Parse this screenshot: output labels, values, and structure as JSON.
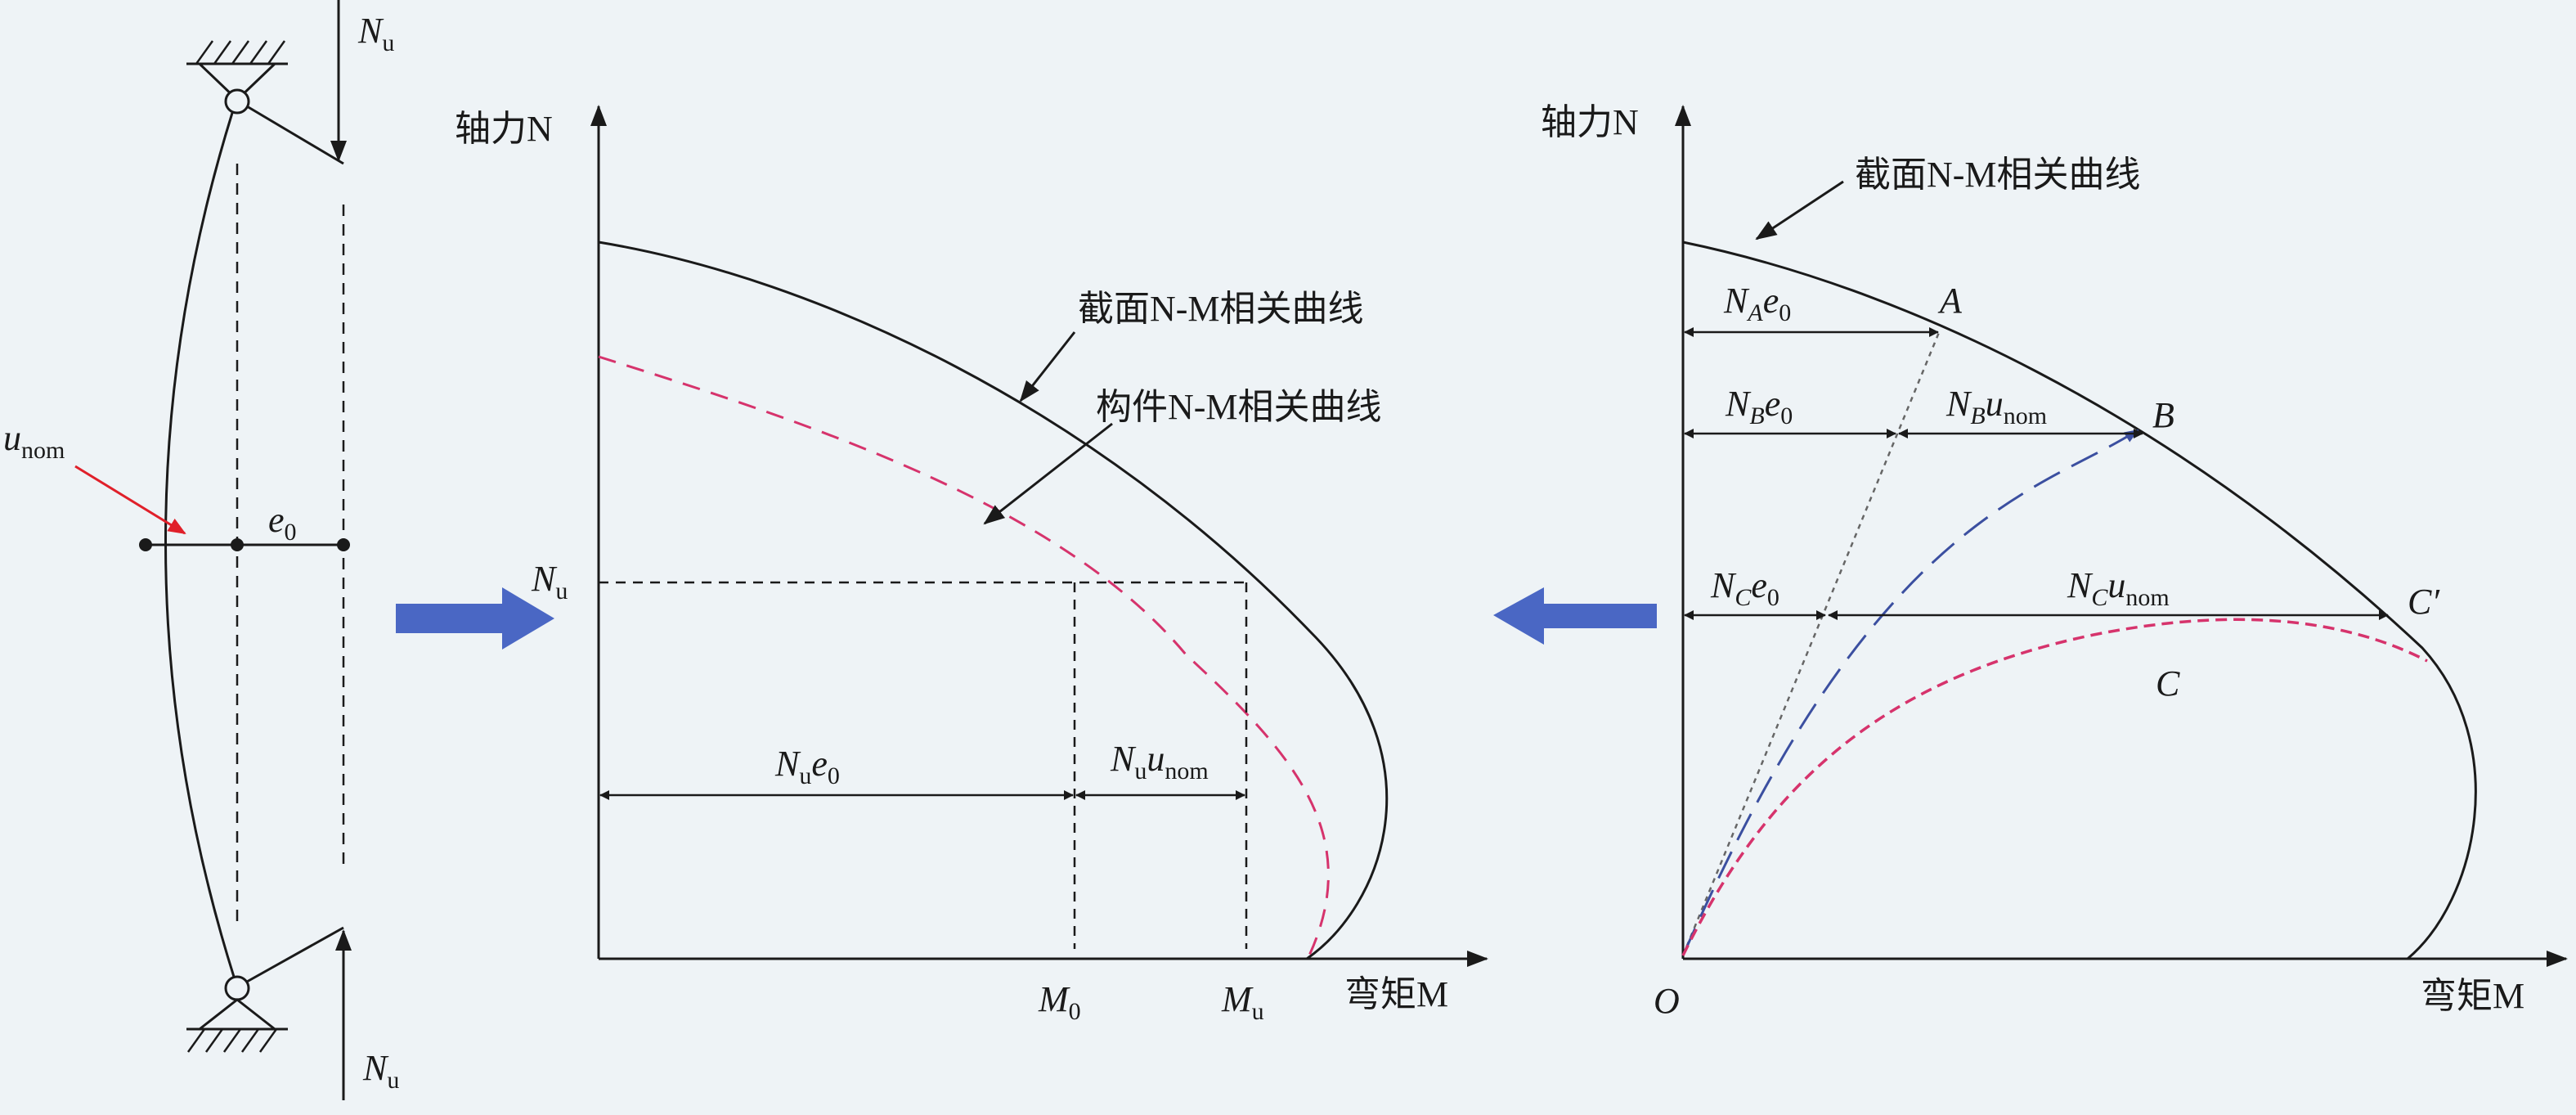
{
  "column": {
    "load_top": {
      "main": "N",
      "sub": "u"
    },
    "load_bottom": {
      "main": "N",
      "sub": "u"
    },
    "imperfection": {
      "main": "u",
      "sub": "nom"
    },
    "eccentricity": {
      "main": "e",
      "sub": "0"
    }
  },
  "middle_chart": {
    "y_axis_label": "轴力N",
    "x_axis_label": "弯矩M",
    "y_tick": {
      "main": "N",
      "sub": "u"
    },
    "x_ticks": [
      {
        "main": "M",
        "sub": "0"
      },
      {
        "main": "M",
        "sub": "u"
      }
    ],
    "section_curve_label": "截面N-M相关曲线",
    "member_curve_label": "构件N-M相关曲线",
    "dim_left": {
      "main": "N",
      "sub": "u",
      "main2": "e",
      "sub2": "0"
    },
    "dim_right": {
      "main": "N",
      "sub": "u",
      "main2": "u",
      "sub2": "nom"
    }
  },
  "right_chart": {
    "y_axis_label": "轴力N",
    "x_axis_label": "弯矩M",
    "origin_label": "O",
    "section_curve_label": "截面N-M相关曲线",
    "points": [
      "A",
      "B",
      "C′",
      "C"
    ],
    "dims": [
      {
        "main": "N",
        "sub": "A",
        "main2": "e",
        "sub2": "0"
      },
      {
        "main": "N",
        "sub": "B",
        "main2": "e",
        "sub2": "0"
      },
      {
        "main": "N",
        "sub": "B",
        "main2": "u",
        "sub2": "nom"
      },
      {
        "main": "N",
        "sub": "C",
        "main2": "e",
        "sub2": "0"
      },
      {
        "main": "N",
        "sub": "C",
        "main2": "u",
        "sub2": "nom"
      }
    ]
  },
  "colors": {
    "line": "#1a1a1a",
    "member_curve": "#d6336c",
    "path_b": "#3b4fa0",
    "arrow_fill": "#4a67c4",
    "imperfection_arrow": "#e0202a"
  }
}
